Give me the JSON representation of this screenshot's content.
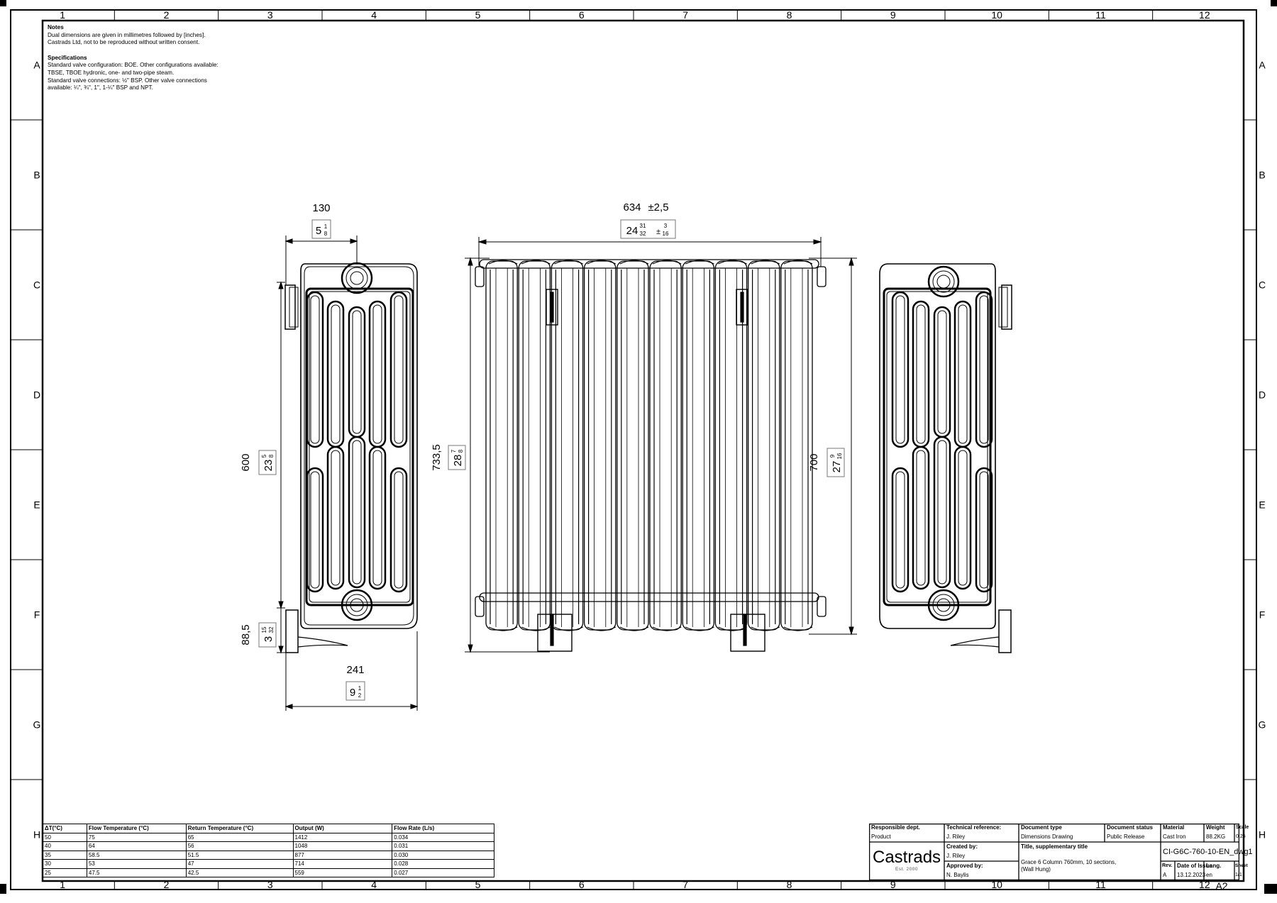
{
  "grid": {
    "columns": [
      "1",
      "2",
      "3",
      "4",
      "5",
      "6",
      "7",
      "8",
      "9",
      "10",
      "11",
      "12"
    ],
    "rows": [
      "A",
      "B",
      "C",
      "D",
      "E",
      "F",
      "G",
      "H"
    ],
    "sheet_size": "A2"
  },
  "notes": {
    "heading": "Notes",
    "lines": [
      "Dual dimensions are given in millimetres followed by [inches].",
      "Castrads Ltd, not to be reproduced without written consent."
    ],
    "spec_heading": "Specifications",
    "spec_lines": [
      "Standard valve configuration: BOE. Other configurations available:",
      "TBSE, TBOE hydronic, one- and two-pipe steam.",
      "Standard valve connections: ½\" BSP. Other valve connections",
      "available: ¼\", ¾\", 1\", 1-¼\" BSP and NPT."
    ]
  },
  "dimensions": {
    "depth_top": {
      "mm": "130",
      "in_whole": "5",
      "in_num": "1",
      "in_den": "8"
    },
    "depth_bottom": {
      "mm": "241",
      "in_whole": "9",
      "in_num": "1",
      "in_den": "2"
    },
    "centres": {
      "mm": "600",
      "in_whole": "23",
      "in_num": "5",
      "in_den": "8"
    },
    "floor": {
      "mm": "88,5",
      "in_whole": "3",
      "in_num": "15",
      "in_den": "32"
    },
    "width": {
      "mm": "634",
      "tol": "±2,5",
      "in_whole": "24",
      "in_num": "31",
      "in_den": "32",
      "tol_in_num": "3",
      "tol_in_den": "16",
      "tol_in_sign": "±"
    },
    "overall_height": {
      "mm": "733,5",
      "in_whole": "28",
      "in_num": "7",
      "in_den": "8"
    },
    "section_height": {
      "mm": "700",
      "in_whole": "27",
      "in_num": "9",
      "in_den": "16"
    }
  },
  "performance_table": {
    "headers": [
      "ΔT(°C)",
      "Flow Temperature (°C)",
      "Return Temperature (°C)",
      "Output (W)",
      "Flow Rate (L/s)"
    ],
    "rows": [
      [
        "50",
        "75",
        "65",
        "1412",
        "0.034"
      ],
      [
        "40",
        "64",
        "56",
        "1048",
        "0.031"
      ],
      [
        "35",
        "58.5",
        "51.5",
        "877",
        "0.030"
      ],
      [
        "30",
        "53",
        "47",
        "714",
        "0.028"
      ],
      [
        "25",
        "47.5",
        "42.5",
        "559",
        "0.027"
      ]
    ]
  },
  "title_block": {
    "responsible_dept_label": "Responsible dept.",
    "responsible_dept": "Product",
    "technical_reference_label": "Technical reference:",
    "technical_reference": "J. Riley",
    "document_type_label": "Document type",
    "document_type": "Dimensions Drawing",
    "document_status_label": "Document status",
    "document_status": "Public Release",
    "material_label": "Material",
    "material": "Cast Iron",
    "weight_label": "Weight",
    "weight": "88.2KG",
    "scale_label": "Scale",
    "scale": "0.25",
    "logo_name": "Castrads",
    "logo_est": "Est. 2000",
    "created_by_label": "Created by:",
    "created_by": "J. Riley",
    "approved_by_label": "Approved by:",
    "approved_by": "N. Baylis",
    "title_label": "Title, supplementary title",
    "title_line1": "Grace 6 Column 760mm, 10 sections,",
    "title_line2": "(Wall Hung)",
    "drawing_number": "CI-G6C-760-10-EN_dwg1",
    "rev_label": "Rev.",
    "rev": "A",
    "date_label": "Date of Issue",
    "date": "13.12.2023",
    "lang_label": "Lang.",
    "lang": "en",
    "sheet_label": "Sheet",
    "sheet": "1/1"
  },
  "colors": {
    "ink": "#000000",
    "paper": "#ffffff",
    "subtle": "#555555"
  }
}
